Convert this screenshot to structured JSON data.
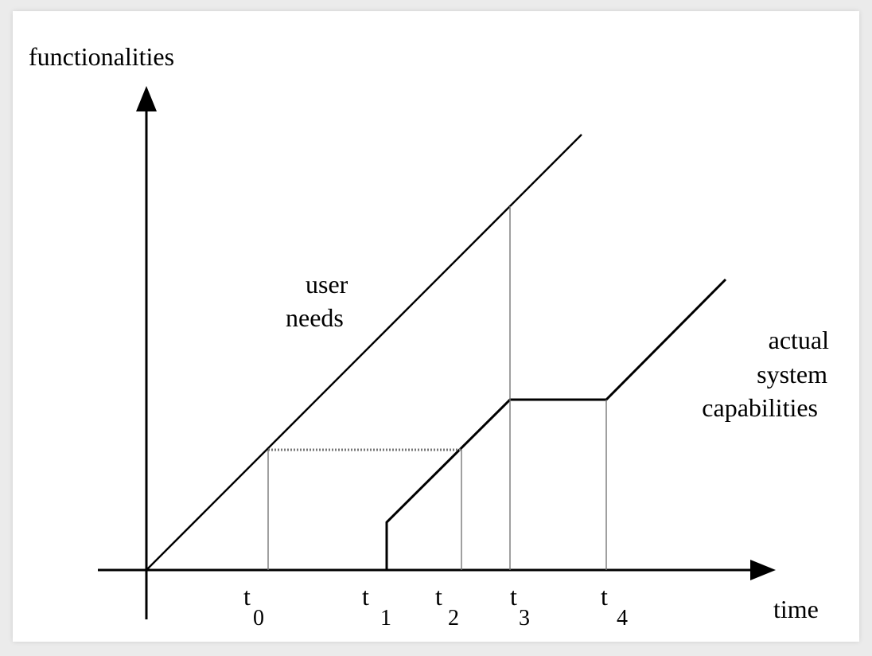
{
  "diagram": {
    "y_axis_label": "functionalities",
    "x_axis_label": "time",
    "curve_labels": {
      "user_needs": [
        "user",
        "needs"
      ],
      "actual_capabilities": [
        "actual",
        "system",
        "capabilities"
      ]
    },
    "time_marks": [
      {
        "base": "t",
        "sub": "0"
      },
      {
        "base": "t",
        "sub": "1"
      },
      {
        "base": "t",
        "sub": "2"
      },
      {
        "base": "t",
        "sub": "3"
      },
      {
        "base": "t",
        "sub": "4"
      }
    ]
  }
}
